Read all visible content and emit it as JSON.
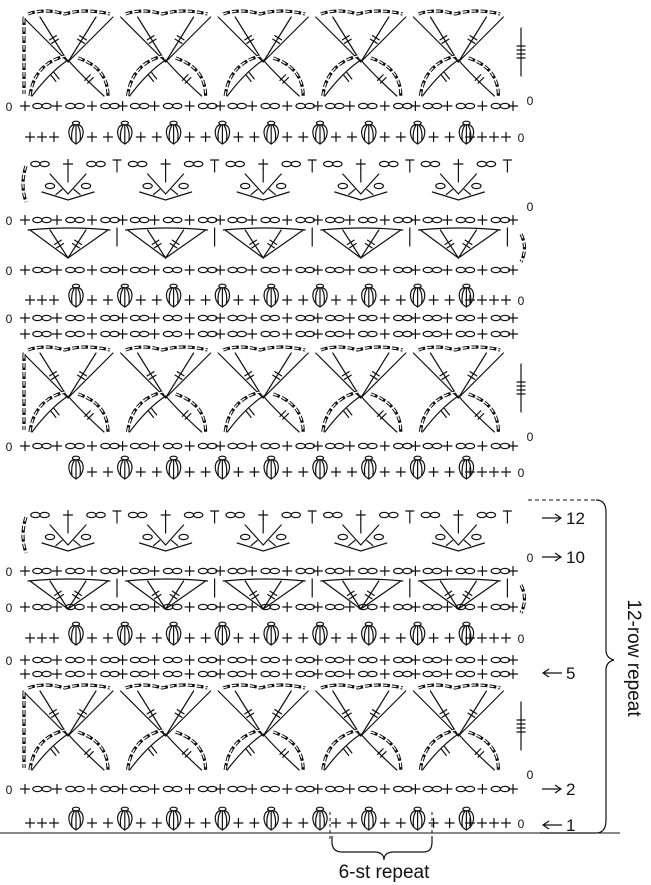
{
  "row_labels": [
    {
      "row": 12,
      "text": "12",
      "dir": "right"
    },
    {
      "row": 10,
      "text": "10",
      "dir": "right"
    },
    {
      "row": 5,
      "text": "5",
      "dir": "left"
    },
    {
      "row": 2,
      "text": "2",
      "dir": "right"
    },
    {
      "row": 1,
      "text": "1",
      "dir": "left"
    }
  ],
  "row_repeat_label": "12-row repeat",
  "st_repeat_label": "6-st repeat",
  "chain_marker": "0",
  "colors": {
    "ink": "#111111"
  }
}
